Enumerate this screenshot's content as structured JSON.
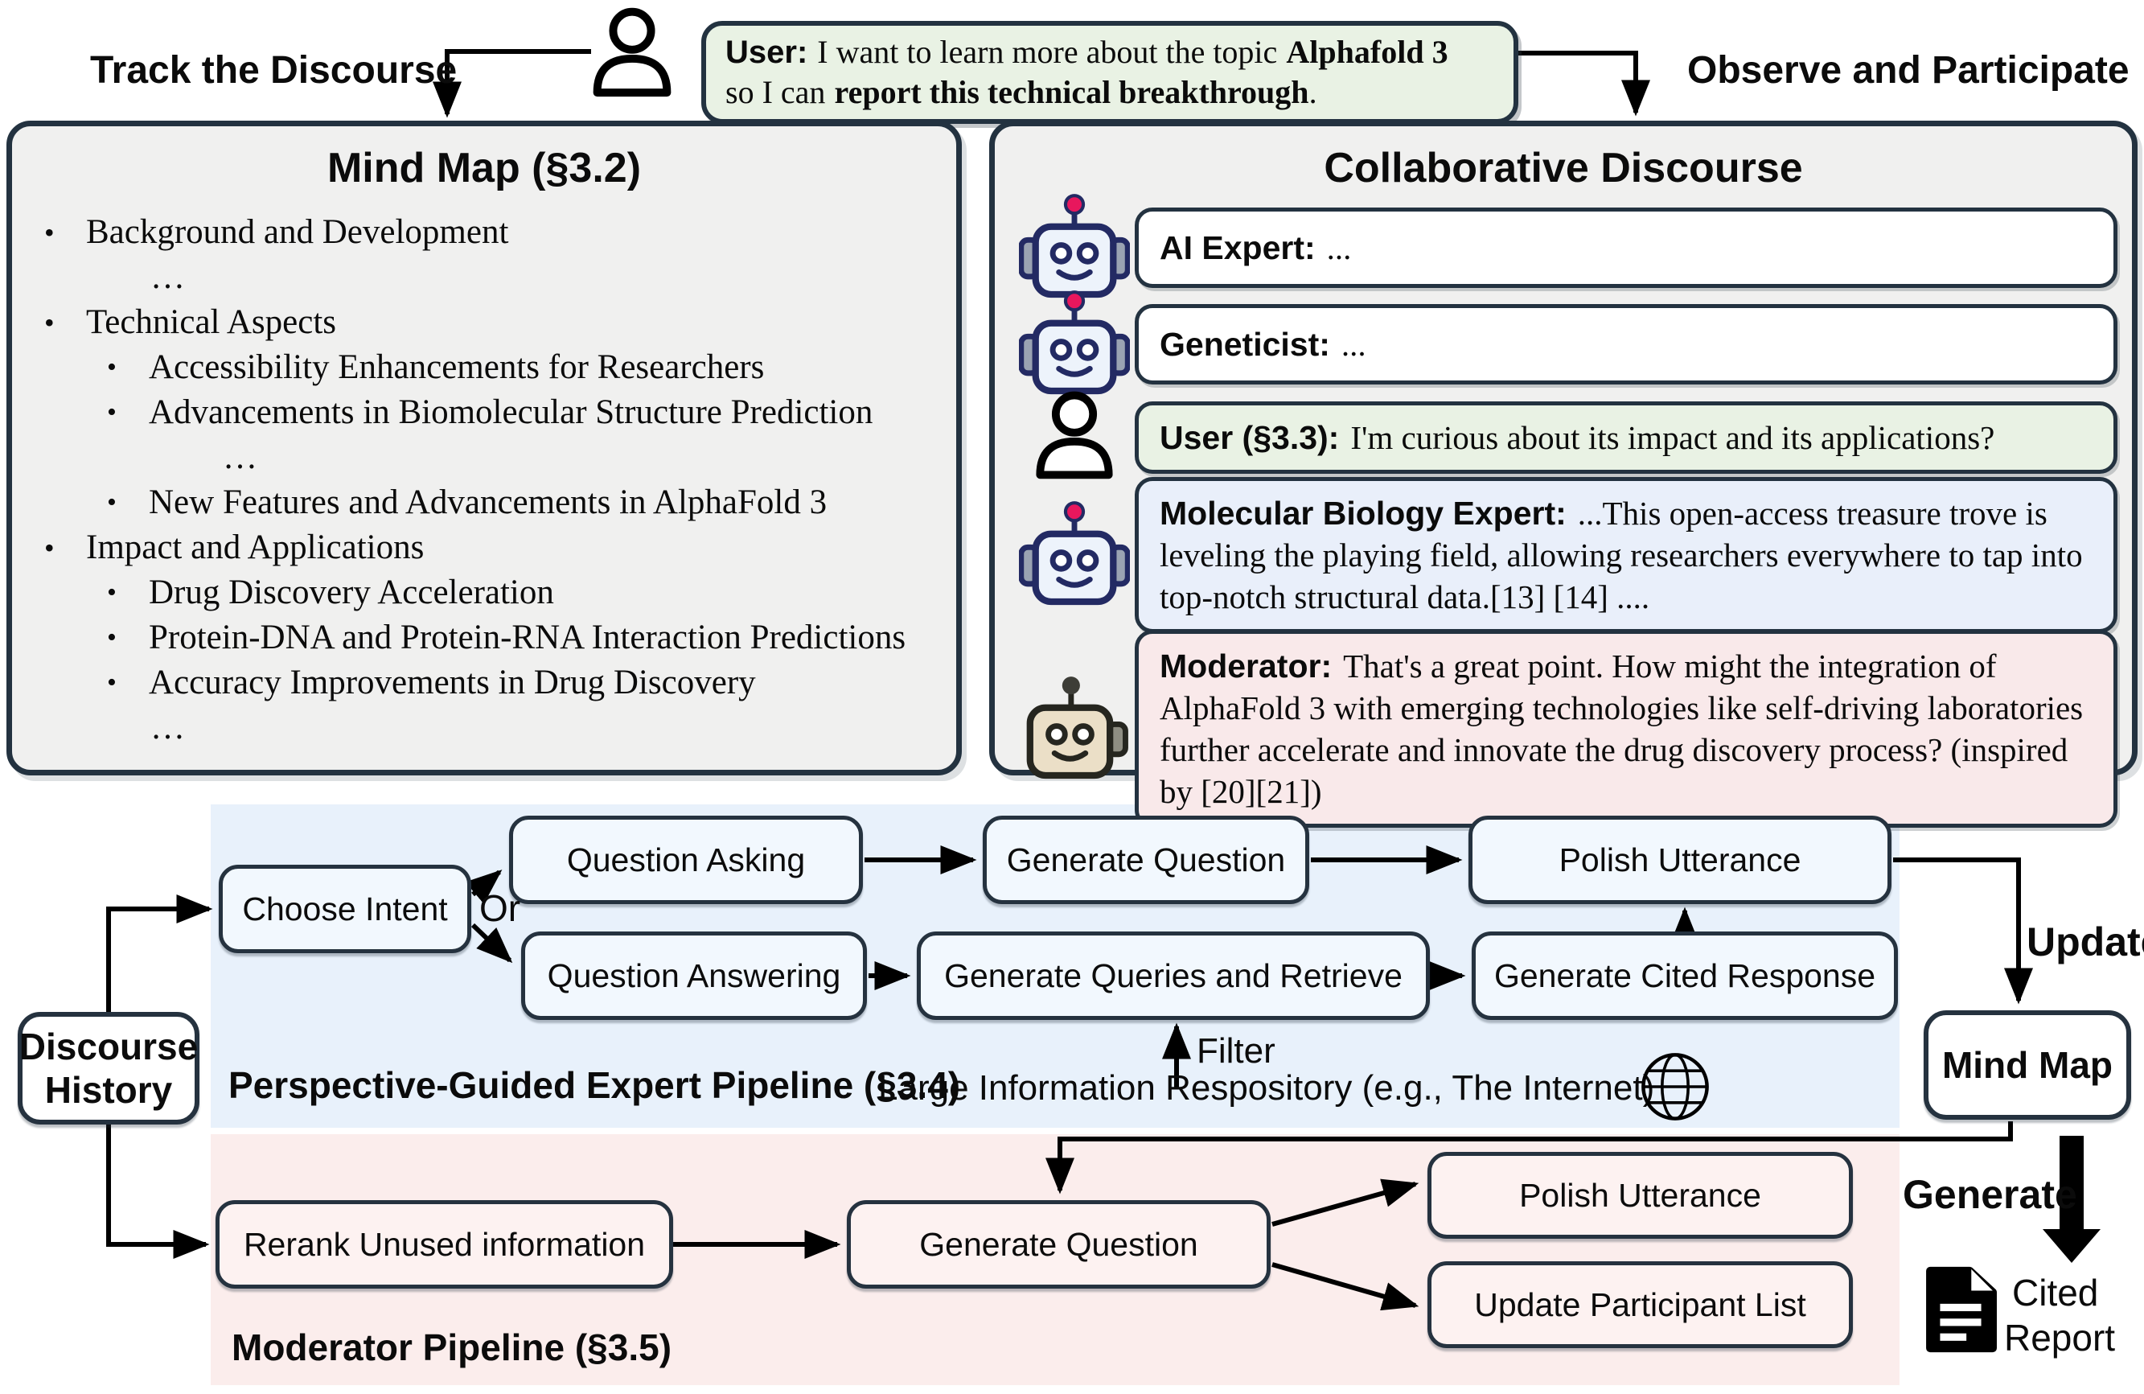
{
  "colors": {
    "panel_border": "#233240",
    "user_green": "#e9f2e4",
    "expert_blue": "#e9effa",
    "moderator_pink": "#f9e9ea",
    "expert_pipeline_bg": "#e8f1fb",
    "moderator_pipeline_bg": "#fbedec",
    "robot_navy": "#232a63",
    "antenna_red": "#e8175d"
  },
  "header": {
    "track_label": "Track the Discourse",
    "observe_label": "Observe and Participate",
    "user_prompt": {
      "label": "User:",
      "line1": "I want to learn more about the topic",
      "line1_bold": "Alphafold 3",
      "line2": "so I can",
      "line2_bold": "report this technical breakthrough",
      "line2_end": "."
    }
  },
  "mind_map_panel": {
    "title": "Mind Map (§3.2)",
    "items": [
      {
        "text": "Background and Development"
      },
      {
        "text": "…"
      },
      {
        "text": "Technical Aspects"
      },
      {
        "text": "Accessibility Enhancements for Researchers"
      },
      {
        "text": "Advancements in Biomolecular Structure Prediction"
      },
      {
        "text": "…"
      },
      {
        "text": "New Features and Advancements in AlphaFold 3"
      },
      {
        "text": "Impact and Applications"
      },
      {
        "text": "Drug Discovery Acceleration"
      },
      {
        "text": "Protein-DNA and Protein-RNA Interaction Predictions"
      },
      {
        "text": "Accuracy Improvements in Drug Discovery"
      },
      {
        "text": "…"
      }
    ]
  },
  "discourse_panel": {
    "title": "Collaborative Discourse",
    "messages": [
      {
        "speaker": "AI Expert:",
        "text": "..."
      },
      {
        "speaker": "Geneticist:",
        "text": "..."
      },
      {
        "speaker": "User (§3.3):",
        "text": "I'm curious about its impact and its applications?"
      },
      {
        "speaker": "Molecular Biology Expert:",
        "text": "...This open-access treasure trove is leveling the playing field, allowing researchers everywhere to tap into top-notch structural data.[13] [14] ...."
      },
      {
        "speaker": "Moderator:",
        "text": "That's a great point. How might the integration of AlphaFold 3 with emerging technologies like self-driving laboratories further accelerate and innovate the drug discovery process? (inspired by [20][21])"
      }
    ]
  },
  "expert_pipeline": {
    "label": "Perspective-Guided Expert Pipeline (§3.4)",
    "or_label": "Or",
    "filter_label": "Filter",
    "repository_label": "Large Information Respository (e.g., The Internet)",
    "boxes": {
      "choose_intent": "Choose Intent",
      "question_asking": "Question Asking",
      "question_answering": "Question Answering",
      "generate_question": "Generate Question",
      "generate_queries": "Generate Queries and Retrieve",
      "polish_utterance": "Polish Utterance",
      "generate_cited_response": "Generate Cited Response"
    }
  },
  "moderator_pipeline": {
    "label": "Moderator Pipeline (§3.5)",
    "boxes": {
      "rerank": "Rerank Unused information",
      "generate_question": "Generate Question",
      "polish_utterance": "Polish Utterance",
      "update_participant_list": "Update Participant List"
    }
  },
  "flow": {
    "discourse_history": "Discourse History",
    "mind_map": "Mind Map",
    "update_label": "Update",
    "generate_label": "Generate",
    "cited_report_line1": "Cited",
    "cited_report_line2": "Report"
  }
}
